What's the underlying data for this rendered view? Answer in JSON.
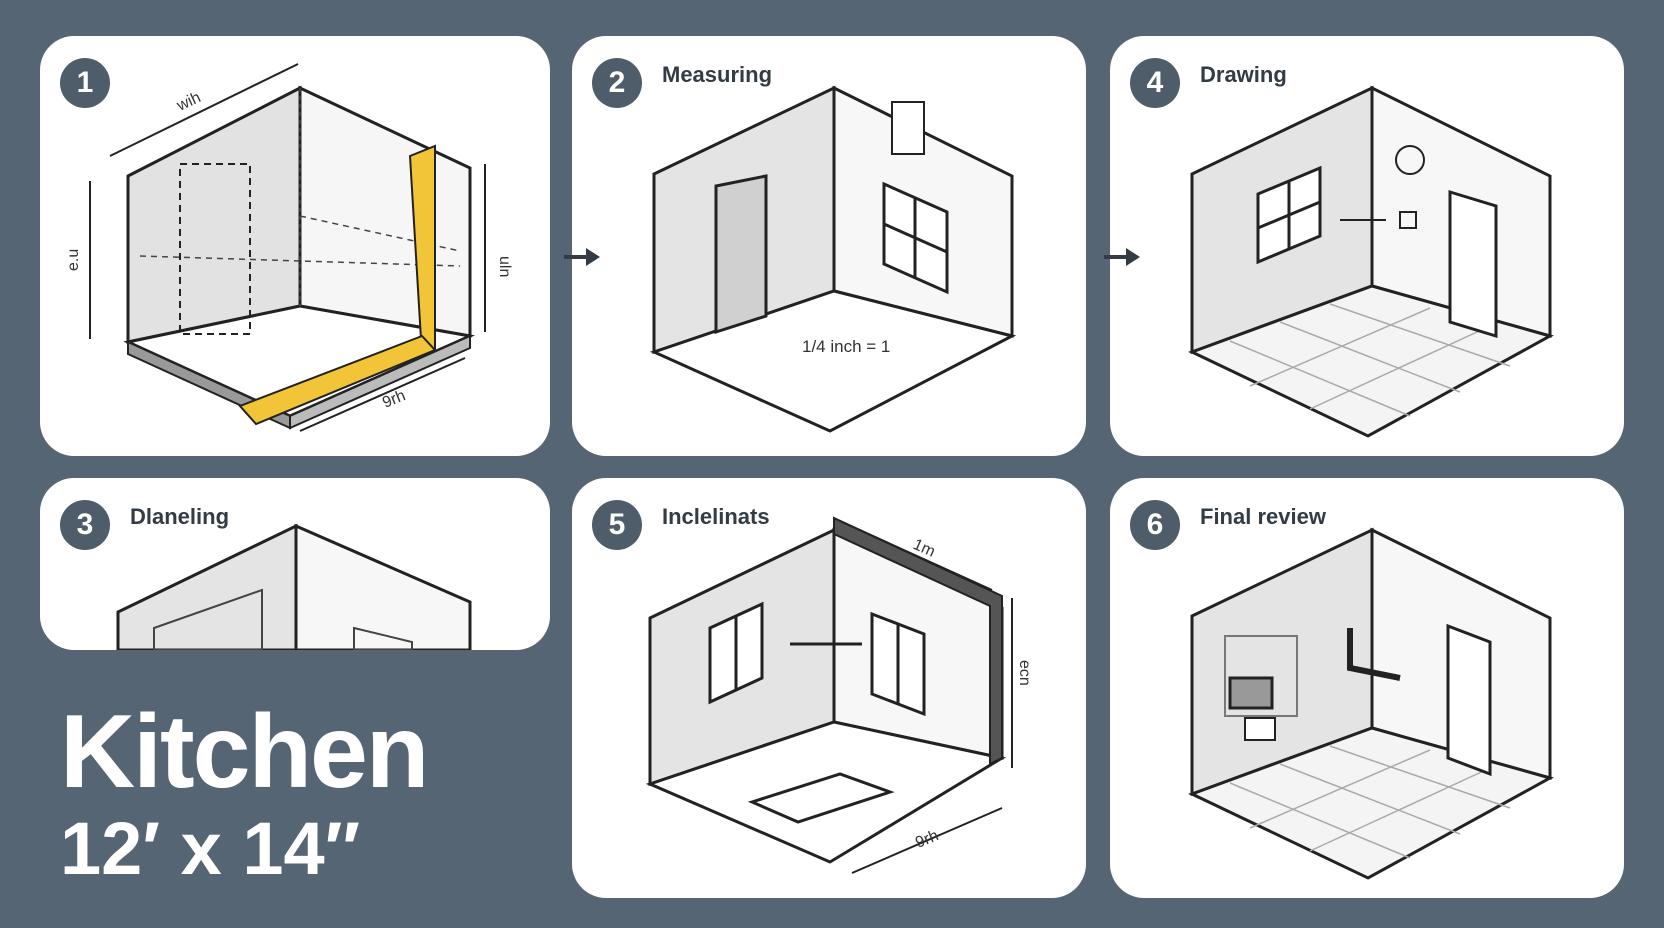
{
  "cards": [
    {
      "number": "1",
      "title": "",
      "labels": {
        "top": "wih",
        "left": "e.u",
        "right": "uln",
        "bottom": "9rh"
      }
    },
    {
      "number": "2",
      "title": "Measuring",
      "scale": "1/4 inch = 1"
    },
    {
      "number": "4",
      "title": "Drawing"
    },
    {
      "number": "3",
      "title": "Dlaneling"
    },
    {
      "number": "5",
      "title": "Inclelinats",
      "labels": {
        "top": "1m",
        "right": "ecn",
        "bottom": "9rh"
      }
    },
    {
      "number": "6",
      "title": "Final review"
    }
  ],
  "room": {
    "name": "Kitchen",
    "dimensions": "12′ x 14″"
  },
  "colors": {
    "background": "#566573",
    "card": "#ffffff",
    "badge": "#4f5d6b",
    "tape": "#f2c437"
  }
}
